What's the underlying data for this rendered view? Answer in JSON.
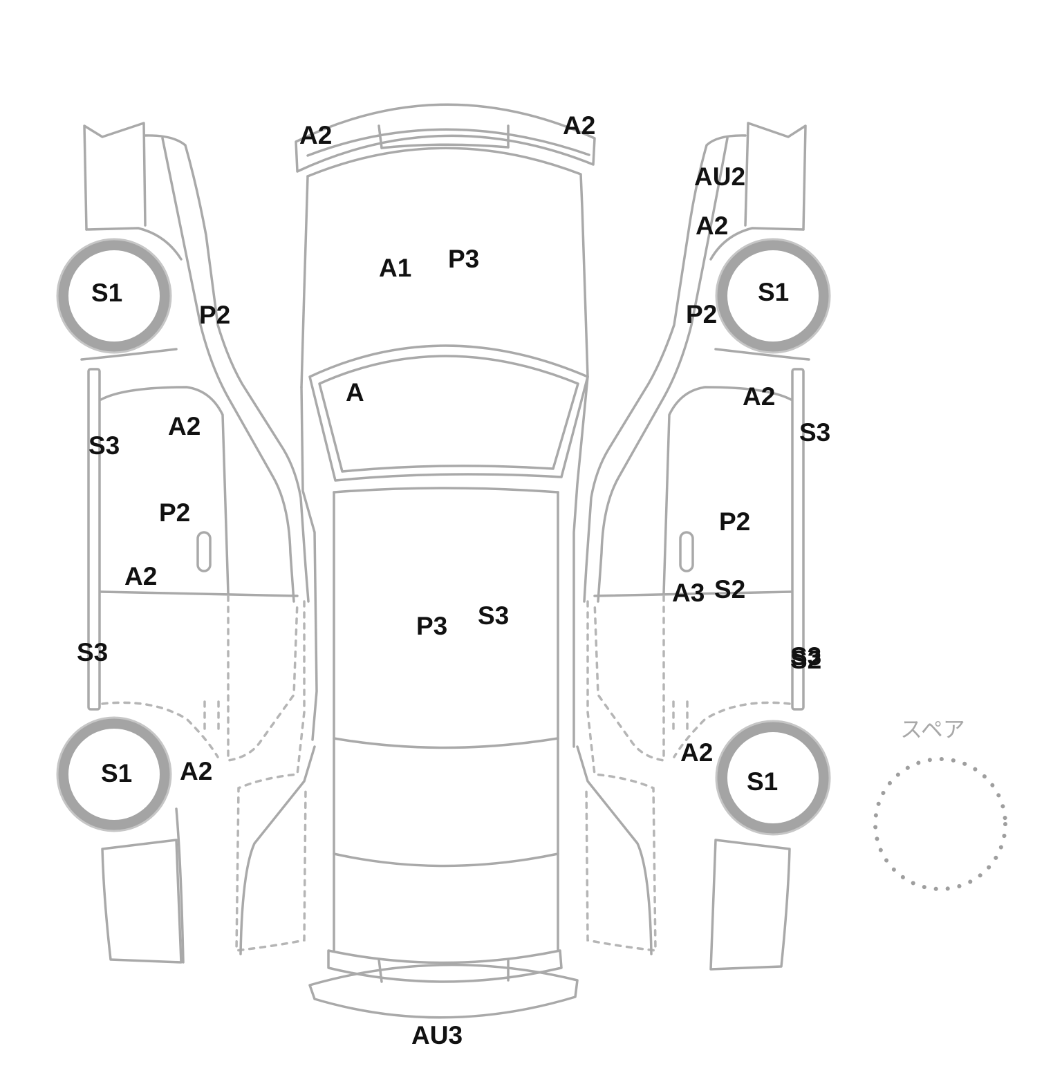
{
  "spare_label": "スペア",
  "marks": {
    "left_front_tire": "S1",
    "left_rear_tire": "S1",
    "left_front_fender": "P2",
    "left_front_door_upper": "A2",
    "left_pillar": "S3",
    "left_front_door": "P2",
    "left_front_door_lower": "A2",
    "left_rocker": "S3",
    "left_rear_quarter": "A2",
    "front_bumper_left": "A2",
    "front_bumper_right": "A2",
    "hood_1": "A1",
    "hood_2": "P3",
    "windshield": "A",
    "roof_1": "P3",
    "roof_2": "S3",
    "rear_bumper": "AU3",
    "right_front_bumper_corner": "AU2",
    "right_front_fender_upper": "A2",
    "right_front_tire": "S1",
    "right_front_fender": "P2",
    "right_front_door_upper": "A2",
    "right_pillar": "S3",
    "right_front_door": "P2",
    "right_front_door_lower_1": "A3",
    "right_front_door_lower_2": "S2",
    "right_rocker_1": "S3",
    "right_rocker_2": "S2",
    "right_rear_quarter": "A2",
    "right_rear_tire": "S1"
  }
}
